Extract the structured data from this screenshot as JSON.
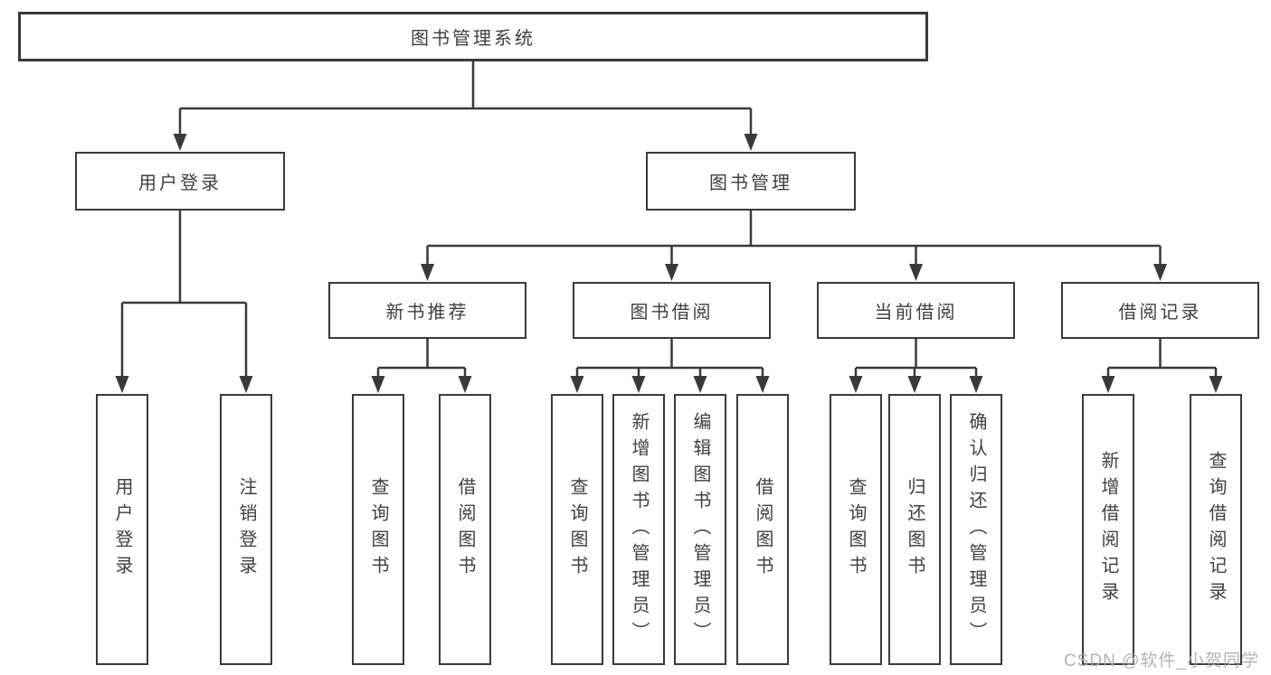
{
  "tree": {
    "root": {
      "label": "图书管理系统",
      "children": [
        {
          "label": "用户登录",
          "children": [
            {
              "label": "用户登录"
            },
            {
              "label": "注销登录"
            }
          ]
        },
        {
          "label": "图书管理",
          "children": [
            {
              "label": "新书推荐",
              "children": [
                {
                  "label": "查询图书"
                },
                {
                  "label": "借阅图书"
                }
              ]
            },
            {
              "label": "图书借阅",
              "children": [
                {
                  "label": "查询图书"
                },
                {
                  "label": "新增图书（管理员）"
                },
                {
                  "label": "编辑图书（管理员）"
                },
                {
                  "label": "借阅图书"
                }
              ]
            },
            {
              "label": "当前借阅",
              "children": [
                {
                  "label": "查询图书"
                },
                {
                  "label": "归还图书"
                },
                {
                  "label": "确认归还（管理员）"
                }
              ]
            },
            {
              "label": "借阅记录",
              "children": [
                {
                  "label": "新增借阅记录"
                },
                {
                  "label": "查询借阅记录"
                }
              ]
            }
          ]
        }
      ]
    }
  },
  "watermark": {
    "text": "CSDN @软件_小贺同学"
  },
  "colors": {
    "line": "#3a3a3a",
    "box_border": "#3a3a3a",
    "text": "#3c4043",
    "watermark": "#acacac",
    "background": "#ffffff"
  }
}
